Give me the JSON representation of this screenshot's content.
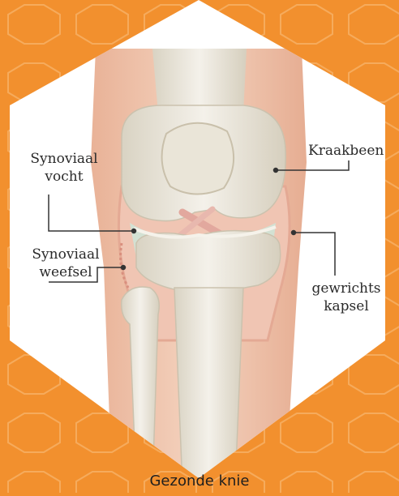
{
  "labels": {
    "synovial_fluid": [
      "Synoviaal",
      "vocht"
    ],
    "synovial_tissue": [
      "Synoviaal",
      "weefsel"
    ],
    "cartilage": "Kraakbeen",
    "joint_capsule": [
      "gewrichts",
      "kapsel"
    ]
  },
  "caption": "Gezonde knie",
  "colors": {
    "background": "#f2902e",
    "panel": "#ffffff",
    "skin": "#f1c7ad",
    "bone": "#ece8dc",
    "leader_line": "#333333"
  }
}
